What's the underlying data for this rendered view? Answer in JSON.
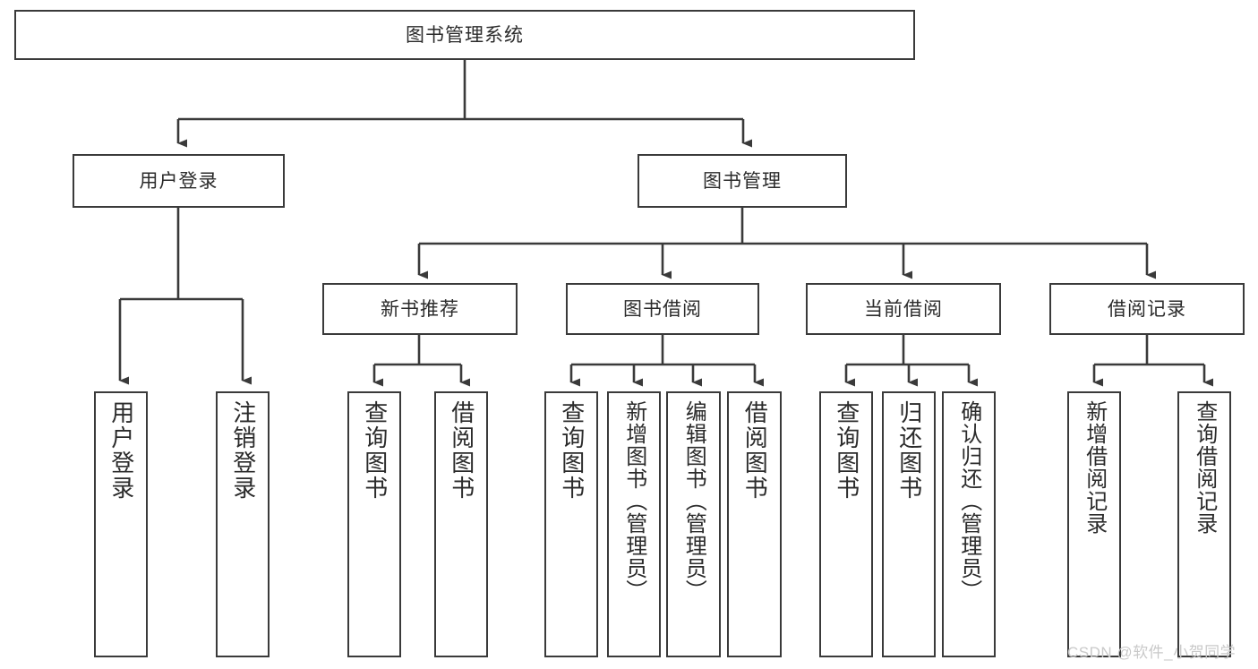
{
  "diagram": {
    "title": "图书管理系统",
    "type": "tree",
    "root": {
      "id": "root",
      "label": "图书管理系统"
    },
    "level1": [
      {
        "id": "user-login",
        "label": "用户登录"
      },
      {
        "id": "book-manage",
        "label": "图书管理"
      }
    ],
    "level2": [
      {
        "id": "new-book-recommend",
        "label": "新书推荐",
        "parent": "book-manage"
      },
      {
        "id": "book-borrow",
        "label": "图书借阅",
        "parent": "book-manage"
      },
      {
        "id": "current-borrow",
        "label": "当前借阅",
        "parent": "book-manage"
      },
      {
        "id": "borrow-record",
        "label": "借阅记录",
        "parent": "book-manage"
      }
    ],
    "leaves": [
      {
        "id": "leaf-user-login",
        "label": "用户登录",
        "parent": "user-login"
      },
      {
        "id": "leaf-logout",
        "label": "注销登录",
        "parent": "user-login"
      },
      {
        "id": "leaf-query-book-1",
        "label": "查询图书",
        "parent": "new-book-recommend"
      },
      {
        "id": "leaf-borrow-book-1",
        "label": "借阅图书",
        "parent": "new-book-recommend"
      },
      {
        "id": "leaf-query-book-2",
        "label": "查询图书",
        "parent": "book-borrow"
      },
      {
        "id": "leaf-add-book",
        "label": "新增图书（管理员）",
        "parent": "book-borrow"
      },
      {
        "id": "leaf-edit-book",
        "label": "编辑图书（管理员）",
        "parent": "book-borrow"
      },
      {
        "id": "leaf-borrow-book-2",
        "label": "借阅图书",
        "parent": "book-borrow"
      },
      {
        "id": "leaf-query-book-3",
        "label": "查询图书",
        "parent": "current-borrow"
      },
      {
        "id": "leaf-return-book",
        "label": "归还图书",
        "parent": "current-borrow"
      },
      {
        "id": "leaf-confirm-return",
        "label": "确认归还（管理员）",
        "parent": "current-borrow"
      },
      {
        "id": "leaf-add-record",
        "label": "新增借阅记录",
        "parent": "borrow-record"
      },
      {
        "id": "leaf-query-record",
        "label": "查询借阅记录",
        "parent": "borrow-record"
      }
    ],
    "colors": {
      "stroke": "#3a3a3a",
      "fill": "#ffffff",
      "text": "#2b2b2b",
      "watermark": "#c9c9c9"
    }
  },
  "watermark": {
    "text": "CSDN @软件_小贺同学"
  }
}
